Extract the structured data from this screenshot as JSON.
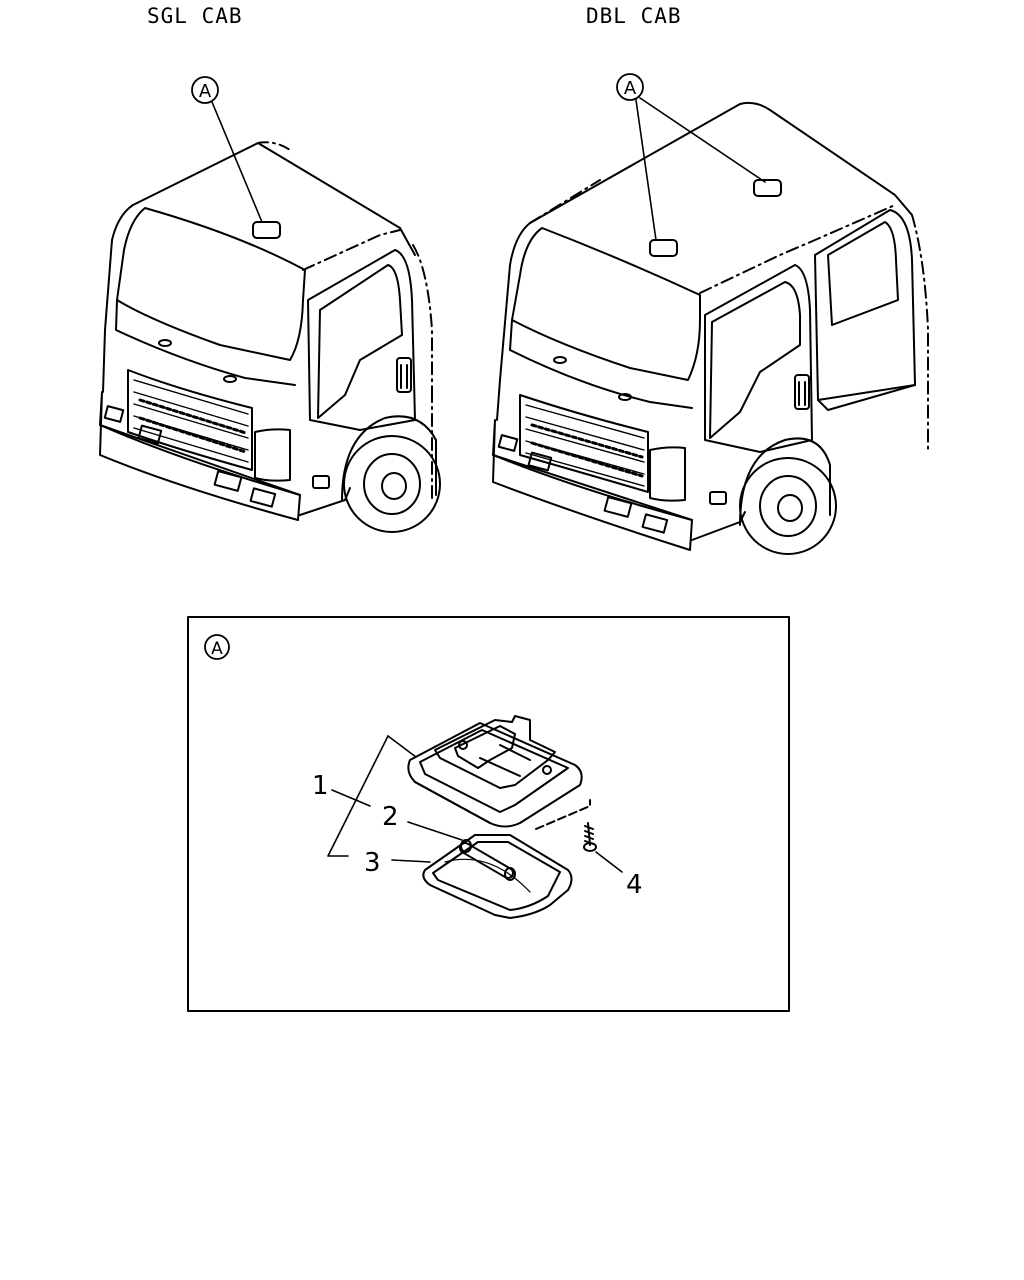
{
  "titles": {
    "single_cab": "SGL CAB",
    "double_cab": "DBL CAB"
  },
  "callout": {
    "marker": "A"
  },
  "detail": {
    "marker": "A",
    "parts": [
      {
        "number": "1"
      },
      {
        "number": "2"
      },
      {
        "number": "3"
      },
      {
        "number": "4"
      }
    ]
  }
}
